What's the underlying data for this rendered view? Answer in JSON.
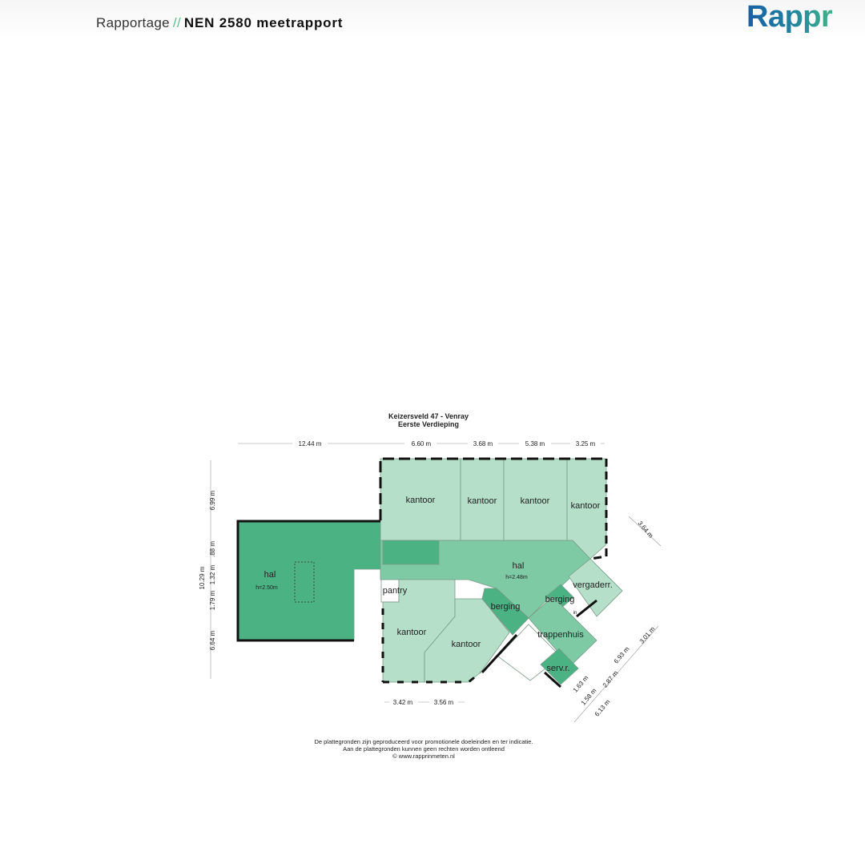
{
  "header": {
    "section": "Rapportage",
    "separator": "//",
    "title": "NEN 2580 meetrapport",
    "logo": "Rappr"
  },
  "plan": {
    "title": "Keizersveld 47 - Venray",
    "subtitle": "Eerste Verdieping",
    "rooms": {
      "hal_left": "hal",
      "hal_left_h": "h=2.50m",
      "hal_center": "hal",
      "hal_center_h": "h=2.48m",
      "kantoor": "kantoor",
      "pantry": "pantry",
      "berging": "berging",
      "berging2": "berging",
      "vergaderr": "vergaderr.",
      "trappenhuis": "trappenhuis",
      "servr": "serv.r.",
      "in": "in"
    },
    "dims_top": [
      "12.44 m",
      "6.60 m",
      "3.68 m",
      "5.38 m",
      "3.25 m"
    ],
    "dims_left": [
      "6.99 m",
      "10.29 m",
      "1.79 m",
      "1.32 m",
      ".88 m",
      "6.64 m"
    ],
    "dims_bottom": [
      "3.42 m",
      "3.56 m"
    ],
    "dims_right": [
      "3.64 m",
      "3.01 m",
      "6.93 m",
      "2.87 m",
      "1.63 m",
      "1.58 m",
      "6.13 m"
    ],
    "disclaimer": [
      "De plattegronden zijn geproduceerd voor promotionele doeleinden en ter indicatie.",
      "Aan de plattegronden kunnen geen rechten worden ontleend",
      "© www.rapprinmeten.nl"
    ]
  },
  "colors": {
    "light": "#b5dfc8",
    "mid": "#7ecaa5",
    "dark": "#4bb283",
    "darker": "#3fa373"
  }
}
